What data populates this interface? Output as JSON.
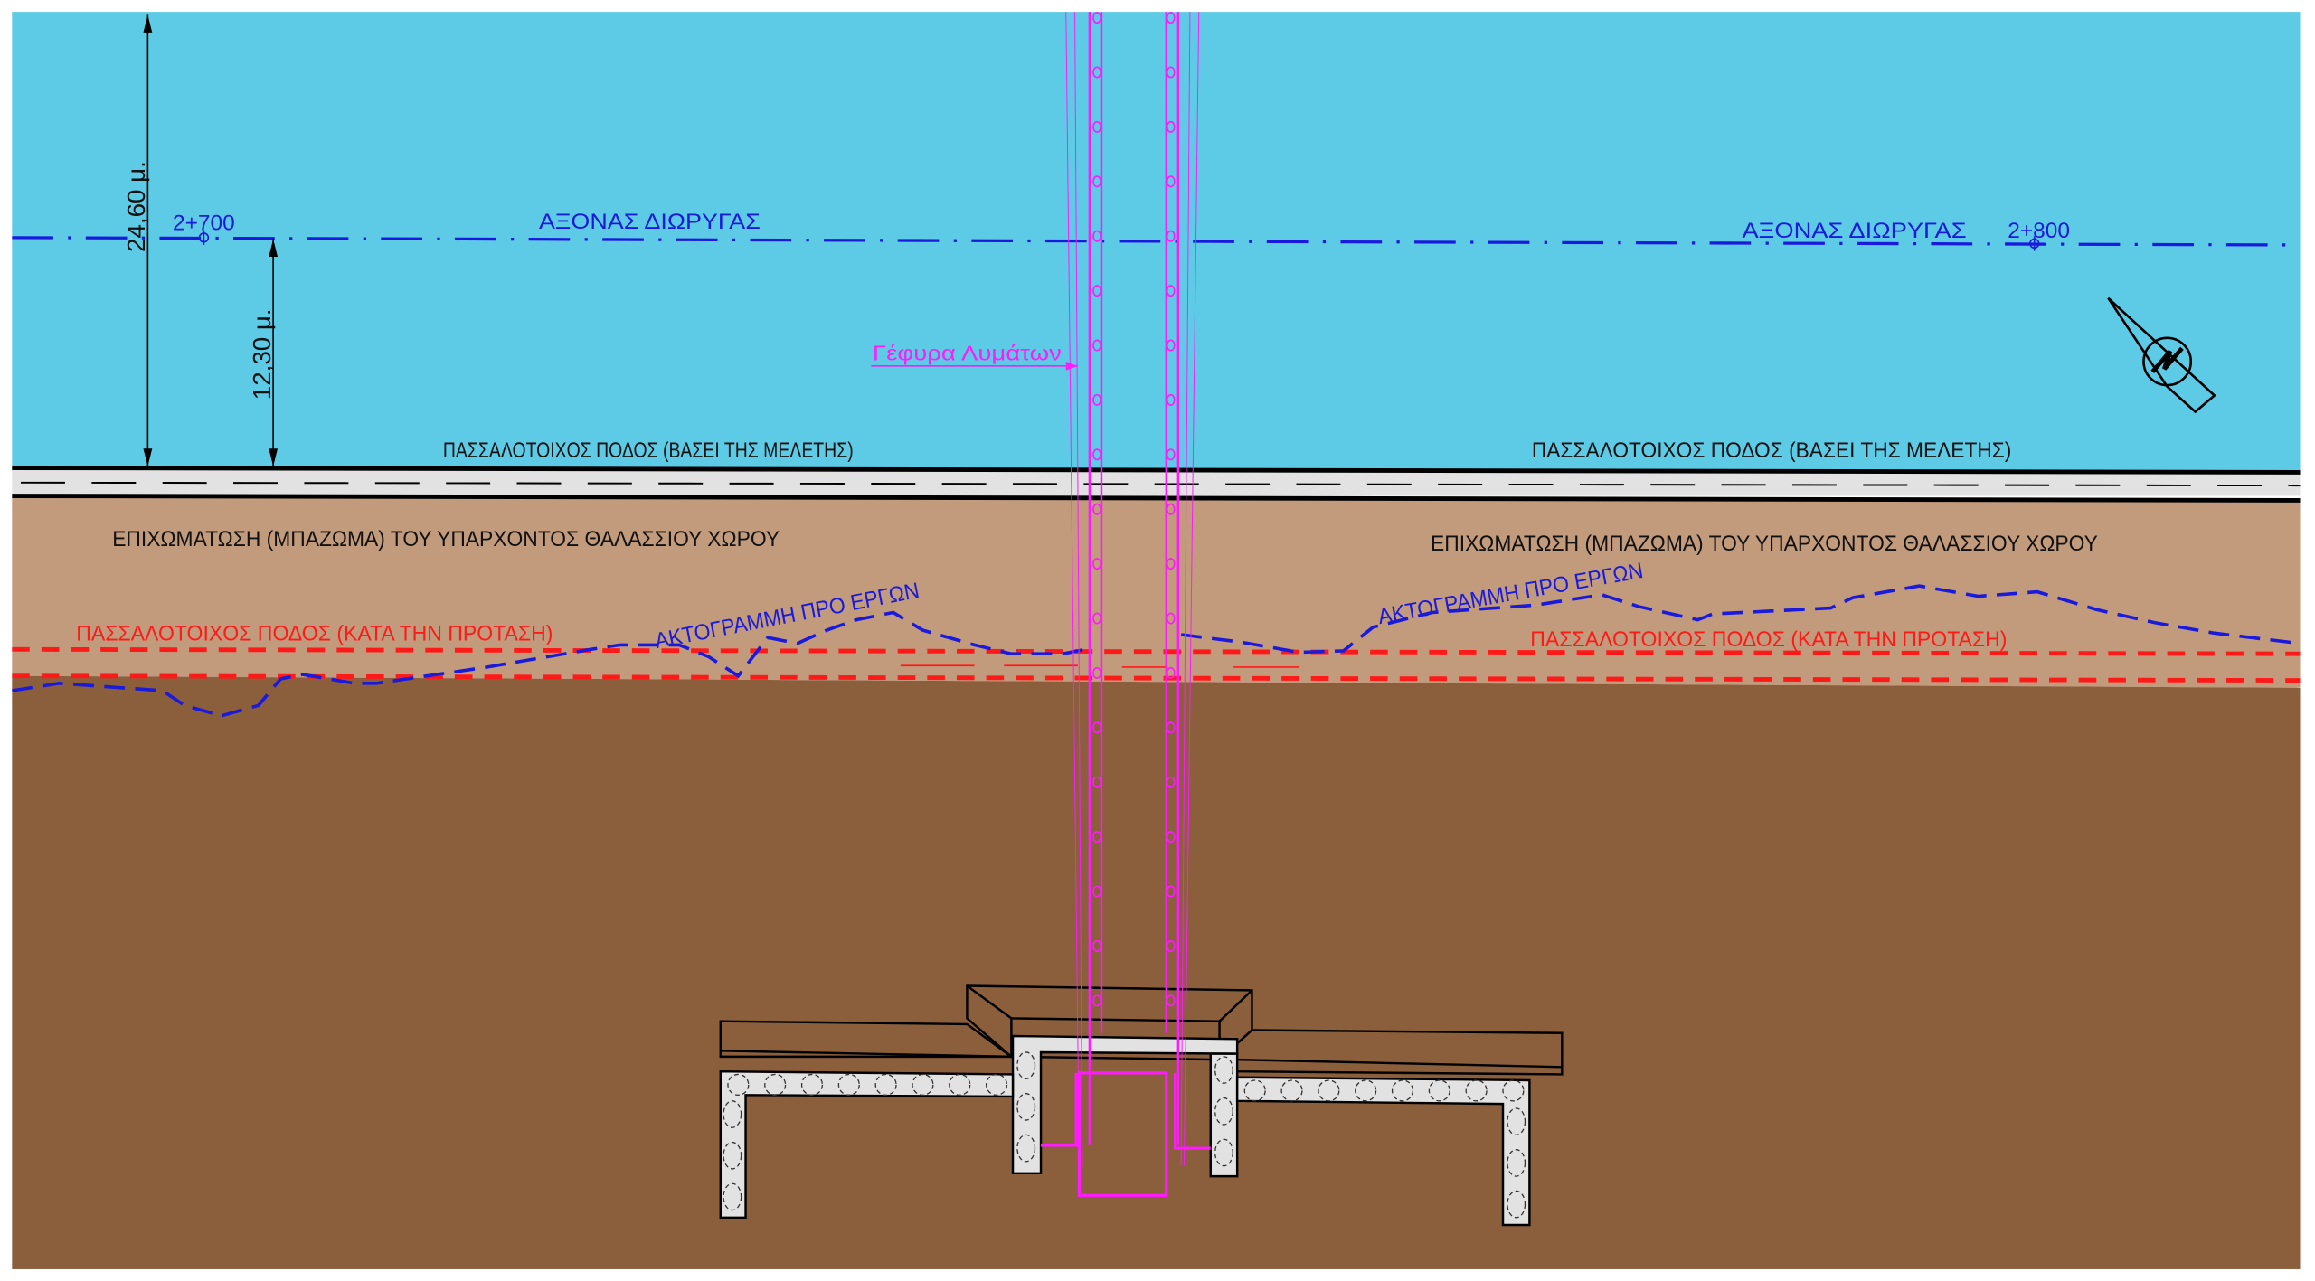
{
  "colors": {
    "water": "#5ecbe6",
    "fill_tan": "#c29a7c",
    "ground": "#8b5e3c",
    "axis_blue": "#1a1adc",
    "proposal_red": "#ff1a1a",
    "bridge_magenta": "#ff1aff",
    "pile_grey": "#e2e2e2"
  },
  "dimensions": {
    "total_width": "24,60 μ.",
    "half_width": "12,30 μ."
  },
  "canal_axis": {
    "label_left": "ΑΞΟΝΑΣ ΔΙΩΡΥΓΑΣ",
    "label_right": "ΑΞΟΝΑΣ ΔΙΩΡΥΓΑΣ",
    "chainage_left": "2+700",
    "chainage_right": "2+800"
  },
  "bridge": {
    "label": "Γέφυρα Λυμάτων"
  },
  "sheet_pile_study": {
    "label_left": "ΠΑΣΣΑΛΟΤΟΙΧΟΣ ΠΟΔΟΣ (ΒΑΣΕΙ ΤΗΣ ΜΕΛΕΤΗΣ)",
    "label_right": "ΠΑΣΣΑΛΟΤΟΙΧΟΣ ΠΟΔΟΣ (ΒΑΣΕΙ ΤΗΣ ΜΕΛΕΤΗΣ)"
  },
  "landfill": {
    "label_left": "ΕΠΙΧΩΜΑΤΩΣΗ (ΜΠΑΖΩΜΑ) ΤΟΥ ΥΠΑΡΧΟΝΤΟΣ ΘΑΛΑΣΣΙΟΥ ΧΩΡΟΥ",
    "label_right": "ΕΠΙΧΩΜΑΤΩΣΗ (ΜΠΑΖΩΜΑ) ΤΟΥ ΥΠΑΡΧΟΝΤΟΣ ΘΑΛΑΣΣΙΟΥ ΧΩΡΟΥ"
  },
  "coastline": {
    "label_left": "ΑΚΤΟΓΡΑΜΜΗ ΠΡΟ ΕΡΓΩΝ",
    "label_right": "ΑΚΤΟΓΡΑΜΜΗ ΠΡΟ ΕΡΓΩΝ"
  },
  "sheet_pile_proposal": {
    "label_left": "ΠΑΣΣΑΛΟΤΟΙΧΟΣ ΠΟΔΟΣ (ΚΑΤΑ ΤΗΝ ΠΡΟΤΑΣΗ)",
    "label_right": "ΠΑΣΣΑΛΟΤΟΙΧΟΣ ΠΟΔΟΣ (ΚΑΤΑ ΤΗΝ ΠΡΟΤΑΣΗ)"
  },
  "north_arrow": {
    "icon": "north-arrow-icon"
  }
}
